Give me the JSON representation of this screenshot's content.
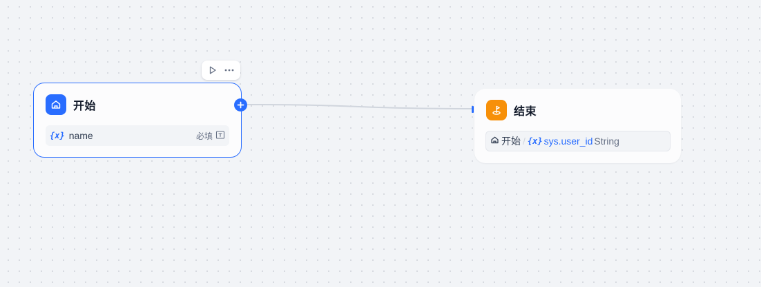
{
  "colors": {
    "accent": "#296dff",
    "end_icon_bg": "#f79009",
    "edge": "#d0d5dd",
    "canvas_bg": "#f2f4f7"
  },
  "toolbar": {
    "icons": [
      "run-icon",
      "more-icon"
    ]
  },
  "start_node": {
    "title": "开始",
    "icon": "home-icon",
    "variables": [
      {
        "glyph": "{x}",
        "name": "name",
        "required_label": "必填",
        "type_icon": "text-input-icon"
      }
    ]
  },
  "end_node": {
    "title": "结束",
    "icon": "flag-icon",
    "outputs": [
      {
        "source_icon": "home-icon",
        "source_node": "开始",
        "separator": "/",
        "glyph": "{x}",
        "variable": "sys.user_id",
        "type": "String"
      }
    ]
  }
}
